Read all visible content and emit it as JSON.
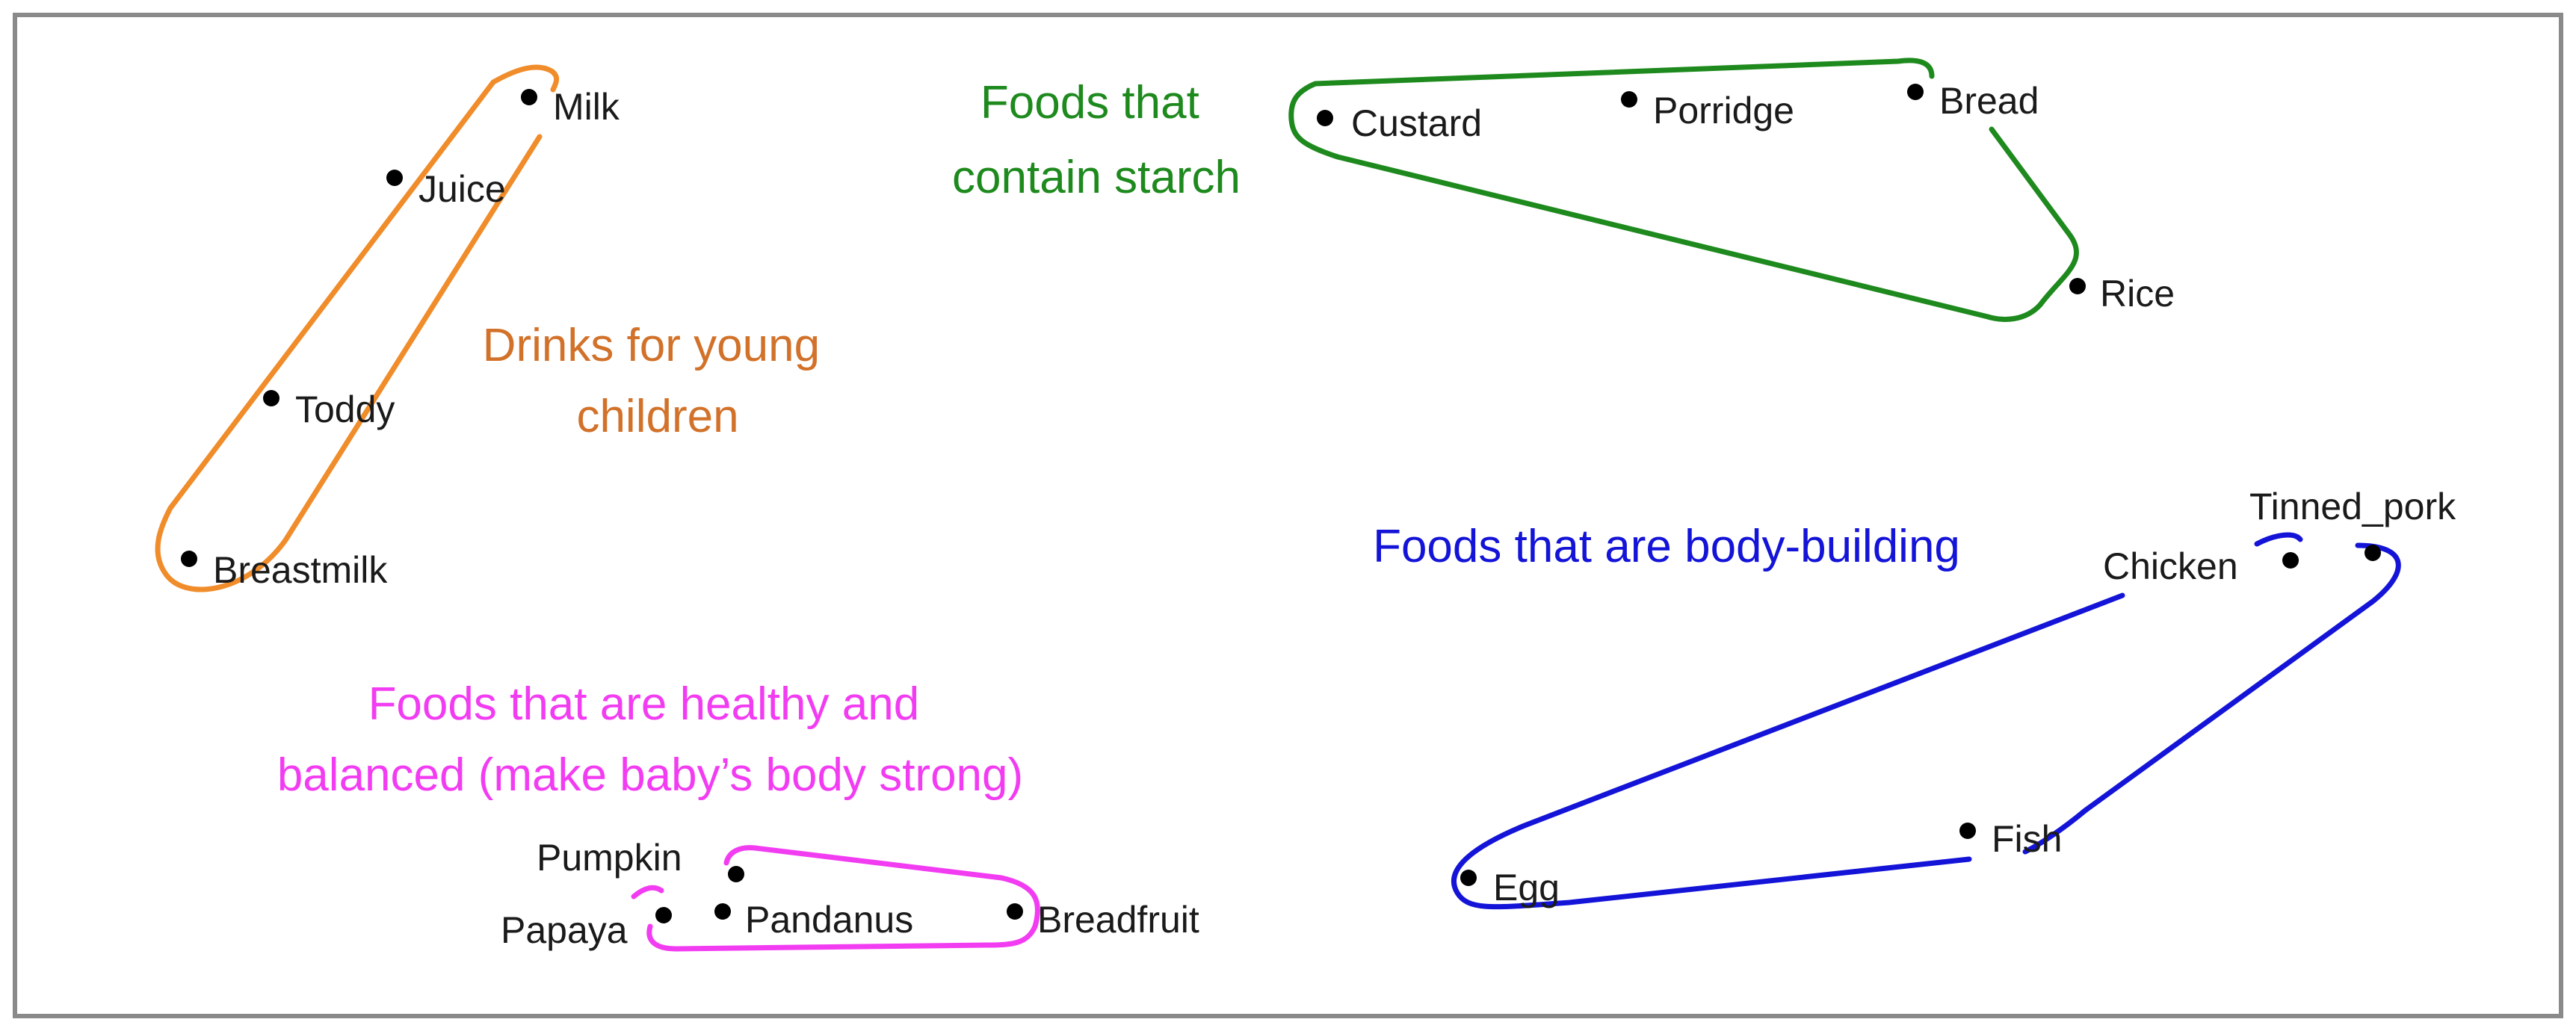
{
  "colors": {
    "drinks": "#f08c2a",
    "drinks_text": "#d2722a",
    "starch": "#1e8a1e",
    "body_building": "#1414d8",
    "healthy": "#f23cf2",
    "frame": "#8a8a8a",
    "dot": "#000000"
  },
  "groups": {
    "drinks": {
      "title": [
        "Drinks for young",
        "children"
      ],
      "items": {
        "milk": "Milk",
        "juice": "Juice",
        "toddy": "Toddy",
        "breastmilk": "Breastmilk"
      }
    },
    "starch": {
      "title": [
        "Foods that",
        "contain starch"
      ],
      "items": {
        "custard": "Custard",
        "porridge": "Porridge",
        "bread": "Bread",
        "rice": "Rice"
      }
    },
    "body_building": {
      "title": [
        "Foods that are body-building"
      ],
      "items": {
        "tinned_pork": "Tinned_pork",
        "chicken": "Chicken",
        "fish": "Fish",
        "egg": "Egg"
      }
    },
    "healthy": {
      "title": [
        "Foods that are healthy and",
        "balanced (make baby’s body strong)"
      ],
      "items": {
        "pumpkin": "Pumpkin",
        "papaya": "Papaya",
        "pandanus": "Pandanus",
        "breadfruit": "Breadfruit"
      }
    }
  }
}
